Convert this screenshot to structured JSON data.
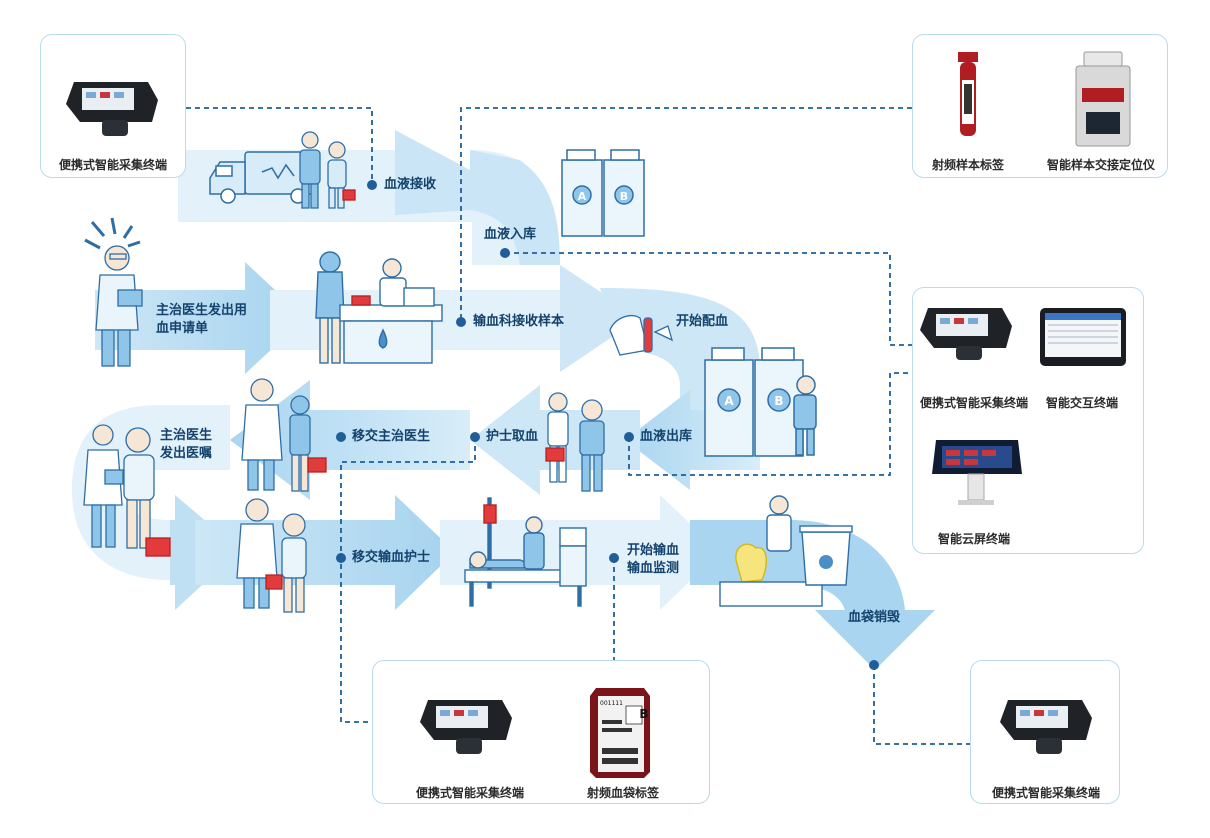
{
  "steps": {
    "blood_receive": "血液接收",
    "blood_storage": "血液入库",
    "sample_receive": "输血科接收样本",
    "start_match": "开始配血",
    "blood_out": "血液出库",
    "nurse_pickup": "护士取血",
    "transfer_doctor": "移交主治医生",
    "transfer_nurse": "移交输血护士",
    "start_transfusion": "开始输血输血监测",
    "bag_destroy": "血袋销毁"
  },
  "actors": {
    "doctor_request": "主治医生发出用血申请单",
    "doctor_order": "主治医生发出医嘱"
  },
  "devices": {
    "top_left_terminal": "便携式智能采集终端",
    "rfid_sample_tag": "射频样本标签",
    "sample_locator": "智能样本交接定位仪",
    "right_terminal": "便携式智能采集终端",
    "interactive_terminal": "智能交互终端",
    "cloud_screen": "智能云屏终端",
    "bottom_terminal": "便携式智能采集终端",
    "rfid_bag_tag": "射频血袋标签",
    "bottom_right_terminal": "便携式智能采集终端"
  },
  "fridge_labels": {
    "a": "A",
    "b": "B"
  },
  "bag_label": {
    "type": "B",
    "code": "001111"
  },
  "colors": {
    "flow_light": "#e3f1fa",
    "flow_mid": "#bfe0f3",
    "flow_dark": "#9fd0ee",
    "line_blue": "#1f5e99",
    "text_dark": "#13426d",
    "box_border": "#b9dbee",
    "figure_blue": "#8ec5e8"
  }
}
